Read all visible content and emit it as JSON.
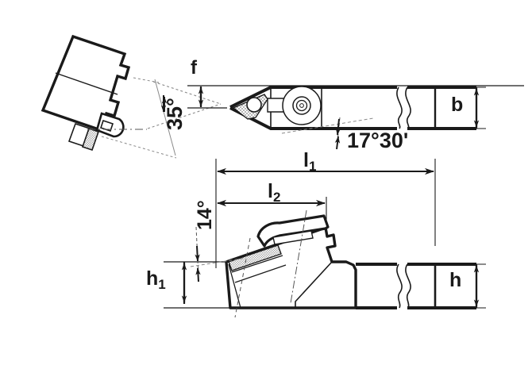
{
  "drawing": {
    "title": "Lathe tool holder dimensioned technical drawing",
    "line_color": "#1a1a1a",
    "fill_color": "#ffffff",
    "hatch_color": "#9a9a9a",
    "background": "#ffffff"
  },
  "views": {
    "end_view": {
      "name": "end-view-rotated-shank"
    },
    "top_view": {
      "name": "top-view-tool-holder"
    },
    "side_view": {
      "name": "side-view-tool-holder"
    }
  },
  "dimensions": {
    "f": {
      "label": "f",
      "type": "linear-vertical"
    },
    "b": {
      "label": "b",
      "type": "linear-vertical"
    },
    "h": {
      "label": "h",
      "type": "linear-vertical"
    },
    "h1": {
      "label": "h",
      "sub": "1",
      "type": "linear-vertical"
    },
    "l1": {
      "label": "l",
      "sub": "1",
      "type": "linear-horizontal"
    },
    "l2": {
      "label": "l",
      "sub": "2",
      "type": "linear-horizontal"
    }
  },
  "angles": {
    "a35": {
      "label": "35°",
      "value": "35",
      "unit": "deg"
    },
    "a1730": {
      "label": "17°30'",
      "value": "17.5",
      "unit": "deg-min"
    },
    "a14": {
      "label": "14°",
      "value": "14",
      "unit": "deg"
    }
  }
}
